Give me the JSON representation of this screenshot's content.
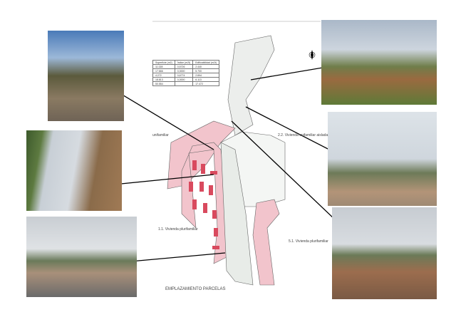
{
  "table": {
    "headers": [
      "Superficie (m2)",
      "Índice (m2t)",
      "Edificabilidad (m2t)"
    ],
    "rows": [
      [
        "11.028",
        "0,5726",
        "2.440"
      ],
      [
        "17.666",
        "0,3000",
        "5.700"
      ],
      [
        "4.272",
        "0,6774",
        "2.894"
      ],
      [
        "18.813",
        "0,3000",
        "6.113"
      ],
      [
        "50.554",
        "",
        "17.472"
      ]
    ]
  },
  "labels": {
    "unifamiliar": "unifamiliar",
    "zone_22": "2.2. Vivienda unifamiliar aislada",
    "zone_11": "1.1. Vivienda plurifamiliar",
    "zone_51": "5.1. Vivienda plurifamiliar"
  },
  "title": "EMPLAZAMIENTO PARCELAS",
  "colors": {
    "parcel": "#f2c4cc",
    "building": "#d94a5e",
    "road": "#e8ece8",
    "line": "#000000"
  }
}
